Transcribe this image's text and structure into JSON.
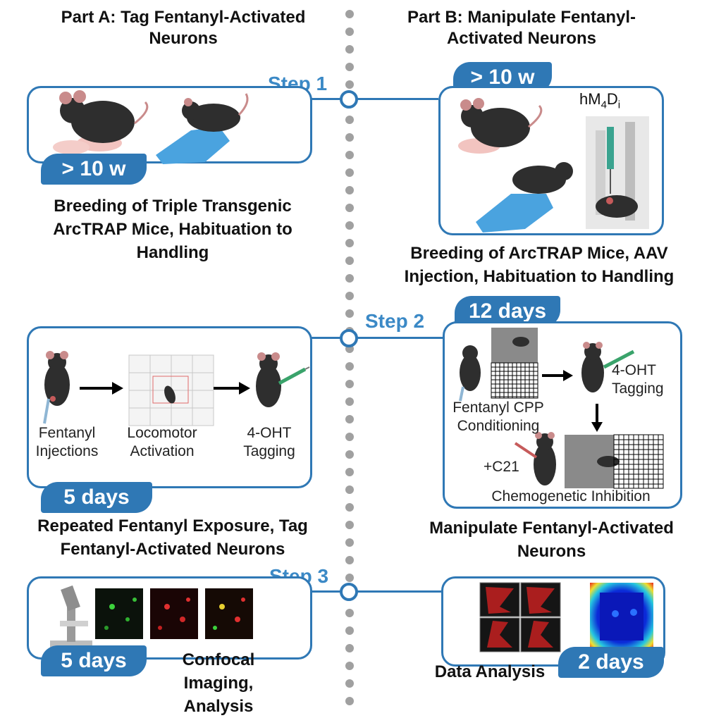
{
  "part_a": {
    "title": "Part A: Tag Fentanyl-Activated Neurons"
  },
  "part_b": {
    "title": "Part B: Manipulate Fentanyl-Activated Neurons"
  },
  "steps": [
    "Step 1",
    "Step 2",
    "Step 3"
  ],
  "a1": {
    "duration": "> 10 w",
    "caption": "Breeding of Triple Transgenic ArcTRAP Mice, Habituation to Handling"
  },
  "b1": {
    "duration": "> 10 w",
    "construct": "hM4Di",
    "caption": "Breeding of ArcTRAP Mice, AAV Injection, Habituation to Handling"
  },
  "a2": {
    "duration": "5 days",
    "labels": [
      "Fentanyl Injections",
      "Locomotor Activation",
      "4-OHT Tagging"
    ],
    "caption": "Repeated Fentanyl Exposure, Tag Fentanyl-Activated Neurons"
  },
  "b2": {
    "duration": "12 days",
    "labels": [
      "Fentanyl CPP Conditioning",
      "4-OHT Tagging",
      "+C21",
      "Chemogenetic Inhibition"
    ],
    "caption": "Manipulate Fentanyl-Activated Neurons"
  },
  "a3": {
    "duration": "5 days",
    "caption": "Confocal Imaging, Analysis"
  },
  "b3": {
    "duration": "2 days",
    "caption": "Data Analysis"
  },
  "colors": {
    "accent": "#2f78b5",
    "step_text": "#3b89c6",
    "timeline_dots": "#a0a0a0"
  }
}
